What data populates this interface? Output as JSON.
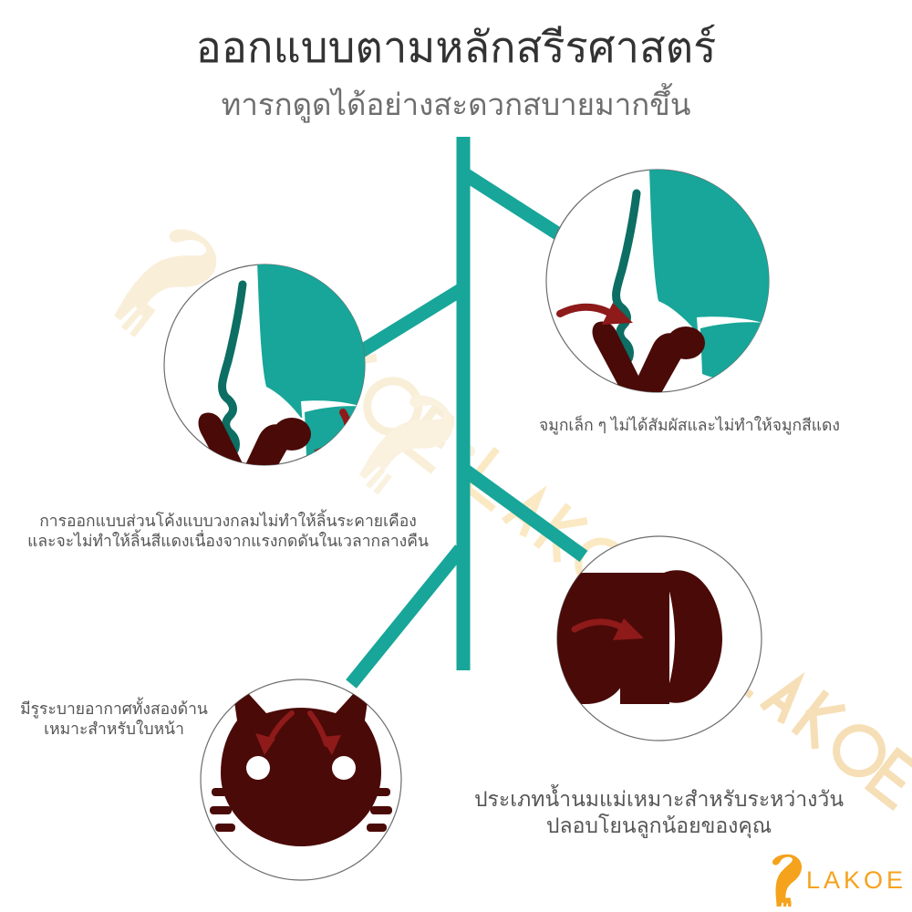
{
  "header": {
    "title": "ออกแบบตามหลักสรีรศาสตร์",
    "subtitle": "ทารกดูดได้อย่างสะดวกสบายมากขึ้น"
  },
  "captions": {
    "top_left": "การออกแบบส่วนโค้งแบบวงกลมไม่ทำให้ลิ้นระคายเคือง\nและจะไม่ทำให้ลิ้นสีแดงเนื่องจากแรงกดดันในเวลากลางคืน",
    "top_right": "จมูกเล็ก ๆ ไม่ได้สัมผัสและไม่ทำให้จมูกสีแดง",
    "bottom_left": "มีรูระบายอากาศทั้งสองด้าน\nเหมาะสำหรับใบหน้า",
    "bottom_right": "ประเภทน้ำนมแม่เหมาะสำหรับระหว่างวัน\nปลอบโยนลูกน้อยของคุณ"
  },
  "logo": {
    "wordmark": "LAKOE",
    "mark": "giraffe-icon"
  },
  "watermark": {
    "text": "LAKOE",
    "mark": "giraffe-icon"
  },
  "illustrations": [
    {
      "id": "circle-top-left",
      "name": "baby-profile-pacifier-tongue",
      "icons": [
        "face-profile-icon",
        "pacifier-shield-icon",
        "curved-arrow-icon"
      ]
    },
    {
      "id": "circle-top-right",
      "name": "baby-profile-nose-clearance",
      "icons": [
        "face-profile-icon",
        "pacifier-shield-icon",
        "straight-arrow-icon"
      ]
    },
    {
      "id": "circle-bottom-left",
      "name": "cat-shield-air-vents",
      "icons": [
        "cat-shield-icon",
        "vent-hole-icon",
        "double-arrow-icon"
      ]
    },
    {
      "id": "circle-bottom-right",
      "name": "breast-milk-teat-shape",
      "icons": [
        "teat-side-icon",
        "straight-arrow-icon"
      ]
    }
  ],
  "colors": {
    "teal": "#17a699",
    "teal_dark": "#0e6f66",
    "dark_red": "#4a0a08",
    "arrow_red": "#8e1a1a",
    "title_gray": "#333333",
    "caption_gray": "#555555",
    "logo_orange": "#f5a21c",
    "watermark_cream": "#faf0dc",
    "circle_outline": "#666666"
  }
}
